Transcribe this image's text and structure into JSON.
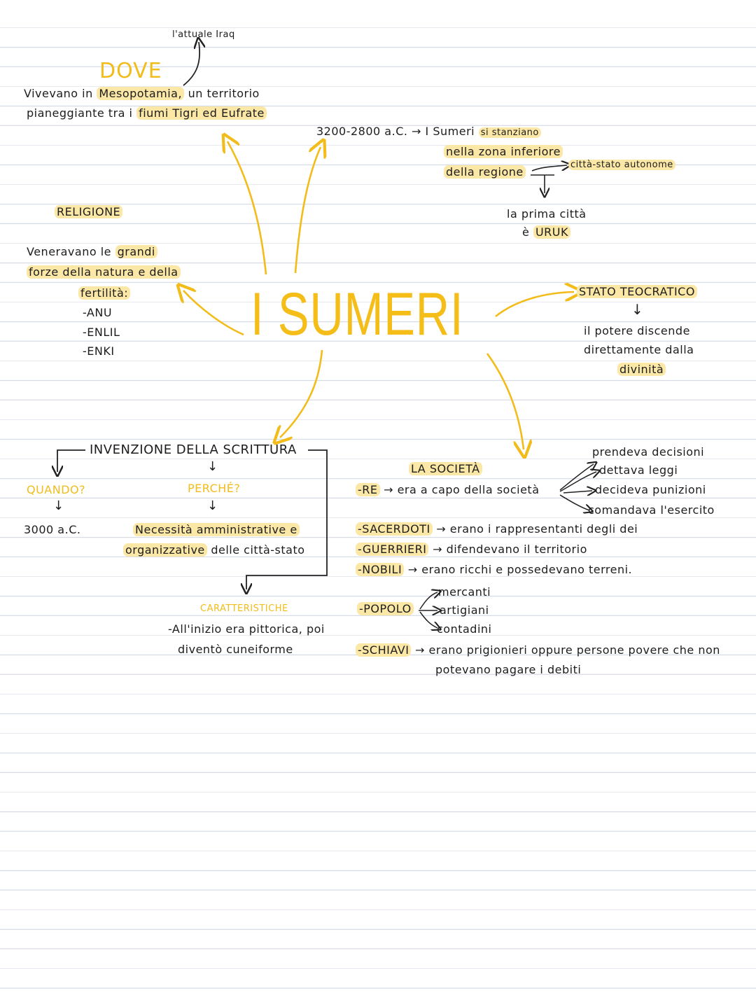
{
  "title": "I SUMERI",
  "dove": {
    "note": "l'attuale Iraq",
    "heading": "DOVE",
    "l1a": "Vivevano in",
    "l1b": "Mesopotamia,",
    "l1c": "un territorio",
    "l2a": "pianeggiante tra i",
    "l2b": "fiumi Tigri ed Eufrate"
  },
  "timeline": {
    "dates": "3200-2800 a.C. →",
    "l1a": "I Sumeri",
    "l1b": "si stanziano",
    "l2": "nella zona inferiore",
    "l3": "della regione",
    "branch": "città-stato autonome",
    "l4": "la prima città",
    "l5a": "è",
    "l5b": "URUK"
  },
  "religione": {
    "heading": "RELIGIONE",
    "l1a": "Veneravano le",
    "l1b": "grandi",
    "l2": "forze della natura e della",
    "l3": "fertilità:",
    "gods": [
      "-ANU",
      "-ENLIL",
      "-ENKI"
    ]
  },
  "stato": {
    "heading": "STATO TEOCRATICO",
    "arrow": "↓",
    "l1": "il potere discende",
    "l2": "direttamente dalla",
    "l3": "divinità"
  },
  "scrittura": {
    "heading": "INVENZIONE DELLA SCRITTURA",
    "down": "↓",
    "quando_label": "QUANDO?",
    "quando_value": "3000 a.C.",
    "perche_label": "PERCHÉ?",
    "perche_l1": "Necessità amministrative e",
    "perche_l2a": "organizzative",
    "perche_l2b": "delle città-stato",
    "caratt_label": "CARATTERISTICHE",
    "caratt_l1": "-All'inizio era pittorica, poi",
    "caratt_l2": "diventò cuneiforme"
  },
  "societa": {
    "heading": "LA SOCIETÀ",
    "re_label": "-RE",
    "re_text": "→ era a capo della società",
    "re_roles": [
      "prendeva decisioni",
      "dettava leggi",
      "decideva punizioni",
      "comandava l'esercito"
    ],
    "sacerdoti_label": "-SACERDOTI",
    "sacerdoti_text": "→ erano i rappresentanti degli dei",
    "guerrieri_label": "-GUERRIERI",
    "guerrieri_text": "→ difendevano il territorio",
    "nobili_label": "-NOBILI",
    "nobili_text": "→ erano ricchi e possedevano terreni.",
    "popolo_label": "-POPOLO",
    "popolo_items": [
      "mercanti",
      "artigiani",
      "contadini"
    ],
    "schiavi_label": "-SCHIAVI",
    "schiavi_text": "→ erano prigionieri oppure persone povere che non",
    "schiavi_text2": "potevano pagare i debiti"
  }
}
